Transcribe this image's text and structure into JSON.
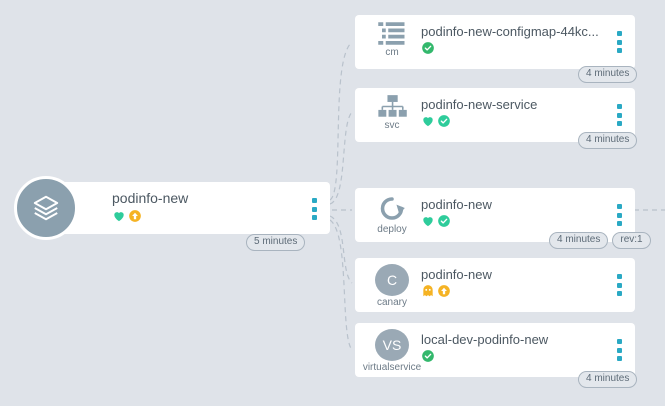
{
  "app": {
    "view_name": "application-resource-tree",
    "background_color": "#dfe3e9",
    "accent_color": "#2aa9c4"
  },
  "root": {
    "name": "podinfo-new",
    "icon": "layers-stack-icon",
    "age_badge": "5 minutes",
    "badges": [
      {
        "name": "healthy-heart-badge",
        "glyph": "heart",
        "color": "#2ecc9b"
      },
      {
        "name": "out-of-sync-arrow-badge",
        "glyph": "arrow-up-circle",
        "color": "#f5b324"
      }
    ],
    "menu": "kebab-menu"
  },
  "nodes": [
    {
      "id": "configmap",
      "kind": "cm",
      "icon": "config-list-icon",
      "title": "podinfo-new-configmap-44kc...",
      "badges": [
        {
          "name": "synced-check-badge",
          "glyph": "check-circle",
          "color": "#33b86c"
        }
      ],
      "pills": [
        "4 minutes"
      ]
    },
    {
      "id": "service",
      "kind": "svc",
      "icon": "hierarchy-icon",
      "title": "podinfo-new-service",
      "badges": [
        {
          "name": "healthy-heart-badge",
          "glyph": "heart",
          "color": "#2ecc9b"
        },
        {
          "name": "synced-check-badge",
          "glyph": "check-circle",
          "color": "#2ecc9b"
        }
      ],
      "pills": [
        "4 minutes"
      ]
    },
    {
      "id": "deploy",
      "kind": "deploy",
      "icon": "rotate-arrow-icon",
      "title": "podinfo-new",
      "badges": [
        {
          "name": "healthy-heart-badge",
          "glyph": "heart",
          "color": "#2ecc9b"
        },
        {
          "name": "synced-check-badge",
          "glyph": "check-circle",
          "color": "#2ecc9b"
        }
      ],
      "pills": [
        "4 minutes",
        "rev:1"
      ]
    },
    {
      "id": "canary",
      "kind": "canary",
      "icon": "letter-avatar-icon",
      "avatar_letter": "C",
      "title": "podinfo-new",
      "badges": [
        {
          "name": "progressing-badge",
          "glyph": "ghost",
          "color": "#f5b324"
        },
        {
          "name": "out-of-sync-arrow-badge",
          "glyph": "arrow-up-circle",
          "color": "#f5b324"
        }
      ],
      "pills": []
    },
    {
      "id": "virtualservice",
      "kind": "virtualservice",
      "icon": "letter-avatar-icon",
      "avatar_letter": "VS",
      "title": "local-dev-podinfo-new",
      "badges": [
        {
          "name": "synced-check-badge",
          "glyph": "check-circle",
          "color": "#33b86c"
        }
      ],
      "pills": [
        "4 minutes"
      ]
    }
  ]
}
